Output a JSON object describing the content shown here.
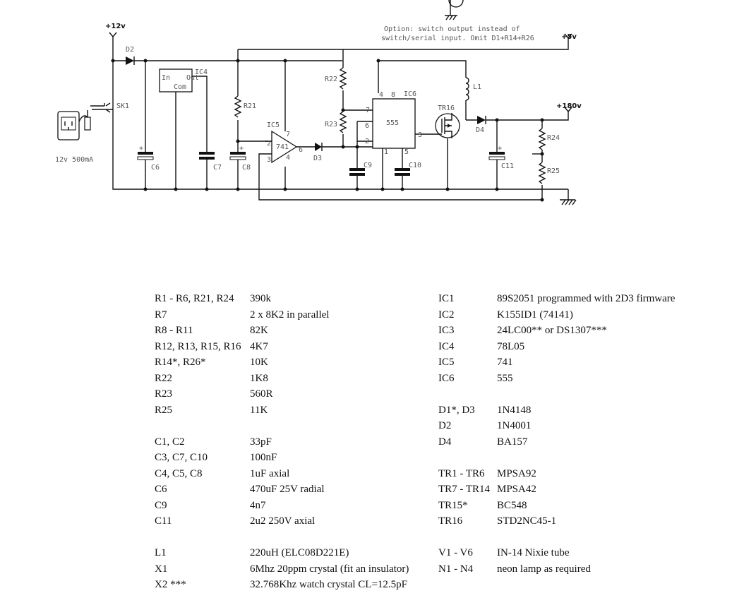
{
  "schematic": {
    "note_line1": "Option: switch output instead of",
    "note_line2": "switch/serial input. Omit D1+R14+R26",
    "rails": {
      "v12": "+12v",
      "v5": "+5v",
      "v180": "+180v"
    },
    "supply_label": "12v 500mA",
    "parts": {
      "d2": "D2",
      "sk1": "SK1",
      "ic4": "IC4",
      "ic4_in": "In",
      "ic4_com": "Com",
      "ic4_out": "Out",
      "r21": "R21",
      "r22": "R22",
      "r23": "R23",
      "r24": "R24",
      "r25": "R25",
      "ic5": "IC5",
      "ic5_body": "741",
      "ic6": "IC6",
      "ic6_body": "555",
      "d3": "D3",
      "d4": "D4",
      "l1": "L1",
      "tr16": "TR16",
      "c6": "C6",
      "c7": "C7",
      "c8": "C8",
      "c9": "C9",
      "c10": "C10",
      "c11": "C11"
    },
    "pins": {
      "ic5_p7": "7",
      "ic5_p2": "2",
      "ic5_p3": "3",
      "ic5_p4": "4",
      "ic5_p6": "6",
      "ic6_p4": "4",
      "ic6_p8": "8",
      "ic6_p7": "7",
      "ic6_p6": "6",
      "ic6_p2": "2",
      "ic6_p1": "1",
      "ic6_p5": "5",
      "ic6_p3": "3"
    }
  },
  "bom_left": [
    {
      "ref": "R1 - R6, R21, R24",
      "value": "390k"
    },
    {
      "ref": "R7",
      "value": "2 x 8K2 in parallel"
    },
    {
      "ref": "R8 - R11",
      "value": "82K"
    },
    {
      "ref": "R12, R13, R15, R16",
      "value": "4K7"
    },
    {
      "ref": "R14*, R26*",
      "value": "10K"
    },
    {
      "ref": "R22",
      "value": "1K8"
    },
    {
      "ref": "R23",
      "value": "560R"
    },
    {
      "ref": "R25",
      "value": "11K"
    },
    {
      "ref": "",
      "value": ""
    },
    {
      "ref": "C1, C2",
      "value": "33pF"
    },
    {
      "ref": "C3, C7, C10",
      "value": "100nF"
    },
    {
      "ref": "C4, C5, C8",
      "value": "1uF axial"
    },
    {
      "ref": "C6",
      "value": "470uF 25V radial"
    },
    {
      "ref": "C9",
      "value": "4n7"
    },
    {
      "ref": "C11",
      "value": "2u2 250V axial"
    },
    {
      "ref": "",
      "value": ""
    },
    {
      "ref": "L1",
      "value": "220uH (ELC08D221E)"
    },
    {
      "ref": "X1",
      "value": "6Mhz 20ppm crystal (fit an insulator)"
    },
    {
      "ref": "X2 ***",
      "value": "32.768Khz watch crystal CL=12.5pF"
    }
  ],
  "bom_right": [
    {
      "ref": "IC1",
      "value": "89S2051 programmed with 2D3 firmware"
    },
    {
      "ref": "IC2",
      "value": "K155ID1 (74141)"
    },
    {
      "ref": "IC3",
      "value": "24LC00** or DS1307***"
    },
    {
      "ref": "IC4",
      "value": "78L05"
    },
    {
      "ref": "IC5",
      "value": "741"
    },
    {
      "ref": "IC6",
      "value": "555"
    },
    {
      "ref": "",
      "value": ""
    },
    {
      "ref": "D1*, D3",
      "value": "1N4148"
    },
    {
      "ref": "D2",
      "value": "1N4001"
    },
    {
      "ref": "D4",
      "value": "BA157"
    },
    {
      "ref": "",
      "value": ""
    },
    {
      "ref": "TR1 - TR6",
      "value": "MPSA92"
    },
    {
      "ref": "TR7 - TR14",
      "value": "MPSA42"
    },
    {
      "ref": "TR15*",
      "value": "BC548"
    },
    {
      "ref": "TR16",
      "value": "STD2NC45-1"
    },
    {
      "ref": "",
      "value": ""
    },
    {
      "ref": "V1 - V6",
      "value": "IN-14 Nixie tube"
    },
    {
      "ref": "N1 - N4",
      "value": "neon lamp as required"
    }
  ]
}
